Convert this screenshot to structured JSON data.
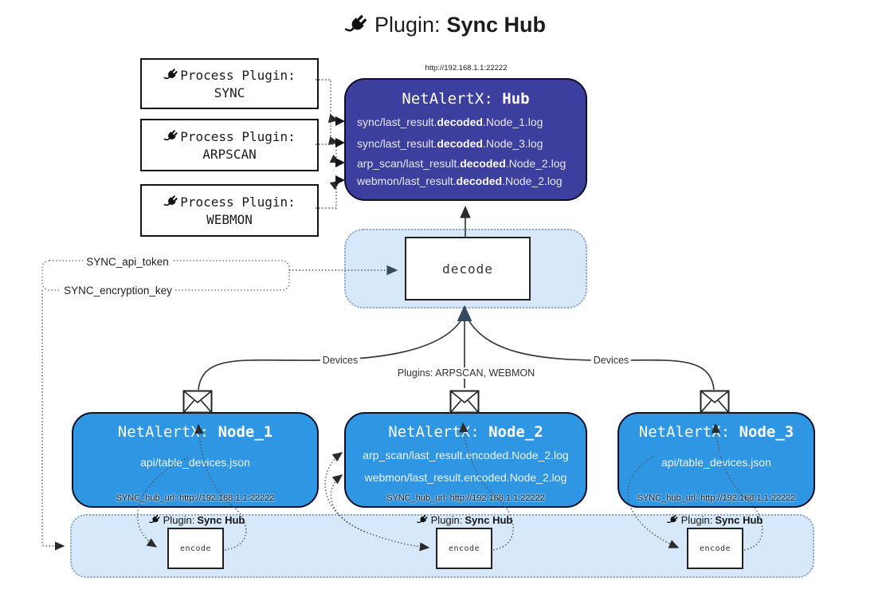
{
  "title": {
    "prefix": "Plugin:",
    "name": "Sync Hub"
  },
  "hub": {
    "url": "http://192.168.1.1:22222",
    "name_prefix": "NetAlertX:",
    "name": "Hub",
    "logs": [
      {
        "pre": "sync/last_result.",
        "bold": "decoded",
        "post": ".Node_1.log"
      },
      {
        "pre": "sync/last_result.",
        "bold": "decoded",
        "post": ".Node_3.log"
      },
      {
        "pre": "arp_scan/last_result.",
        "bold": "decoded",
        "post": ".Node_2.log"
      },
      {
        "pre": "webmon/last_result.",
        "bold": "decoded",
        "post": ".Node_2.log"
      }
    ]
  },
  "process_plugins": [
    {
      "label": "Process Plugin:",
      "name": "SYNC"
    },
    {
      "label": "Process Plugin:",
      "name": "ARPSCAN"
    },
    {
      "label": "Process Plugin:",
      "name": "WEBMON"
    }
  ],
  "decode_label": "decode",
  "encode_label": "encode",
  "tokens": {
    "api_token": "SYNC_api_token",
    "encryption_key": "SYNC_encryption_key"
  },
  "edge_labels": {
    "devices_left": "Devices",
    "devices_right": "Devices",
    "plugins": "Plugins: ARPSCAN, WEBMON"
  },
  "nodes": [
    {
      "name_prefix": "NetAlertX:",
      "name": "Node_1",
      "files": [
        "api/table_devices.json"
      ],
      "hub_url": "SYNC_hub_url: http://192.168.1.1:22222"
    },
    {
      "name_prefix": "NetAlertX:",
      "name": "Node_2",
      "files": [
        "arp_scan/last_result.encoded.Node_2.log",
        "webmon/last_result.encoded.Node_2.log"
      ],
      "hub_url": "SYNC_hub_url: http://192.168.1.1:22222"
    },
    {
      "name_prefix": "NetAlertX:",
      "name": "Node_3",
      "files": [
        "api/table_devices.json"
      ],
      "hub_url": "SYNC_hub_url: http://192.168.1.1:22222"
    }
  ],
  "band": {
    "plugin_prefix": "Plugin:",
    "plugin_name": "Sync Hub"
  },
  "colors": {
    "hub_bg": "#3d3f9f",
    "node_bg": "#2e96e3",
    "panel_bg": "#d6e8f9",
    "arrow_accent": "#344a5e"
  }
}
